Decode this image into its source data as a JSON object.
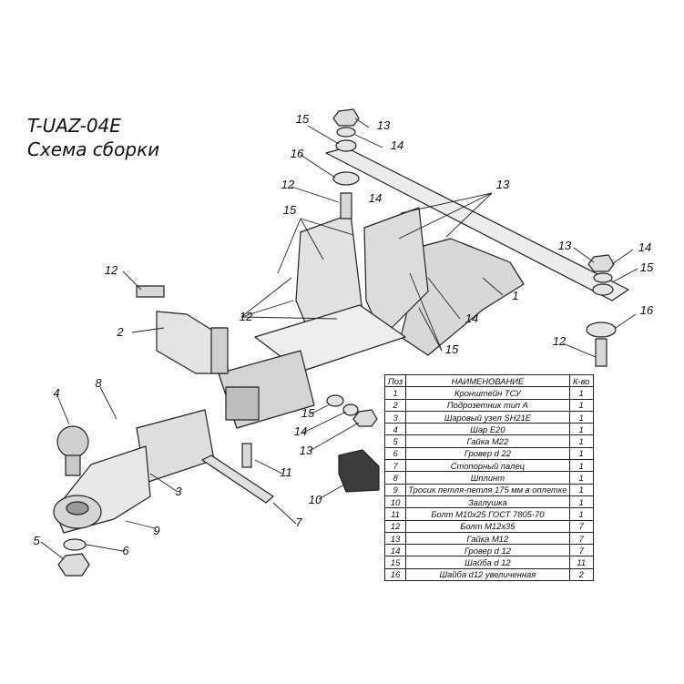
{
  "titles": {
    "code": "T-UAZ-04E",
    "subtitle": "Схема сборки"
  },
  "table": {
    "headers": {
      "pos": "Поз",
      "name": "НАИМЕНОВАНИЕ",
      "qty": "К-во"
    },
    "rows": [
      {
        "pos": "1",
        "name": "Кронштейн ТСУ",
        "qty": "1"
      },
      {
        "pos": "2",
        "name": "Подрозетник тип А",
        "qty": "1"
      },
      {
        "pos": "3",
        "name": "Шаровый узел SH21E",
        "qty": "1"
      },
      {
        "pos": "4",
        "name": "Шар Е20",
        "qty": "1"
      },
      {
        "pos": "5",
        "name": "Гайка М22",
        "qty": "1"
      },
      {
        "pos": "6",
        "name": "Гровер d 22",
        "qty": "1"
      },
      {
        "pos": "7",
        "name": "Стопорный палец",
        "qty": "1"
      },
      {
        "pos": "8",
        "name": "Шплинт",
        "qty": "1"
      },
      {
        "pos": "9",
        "name": "Тросик петля-петля 175 мм в оплетке",
        "qty": "1"
      },
      {
        "pos": "10",
        "name": "Заглушка",
        "qty": "1"
      },
      {
        "pos": "11",
        "name": "Болт М10х25 ГОСТ 7805-70",
        "qty": "1"
      },
      {
        "pos": "12",
        "name": "Болт М12х35",
        "qty": "7"
      },
      {
        "pos": "13",
        "name": "Гайка М12",
        "qty": "7"
      },
      {
        "pos": "14",
        "name": "Гровер d 12",
        "qty": "7"
      },
      {
        "pos": "15",
        "name": "Шайба d 12",
        "qty": "11"
      },
      {
        "pos": "16",
        "name": "Шайба d12 увеличенная",
        "qty": "2"
      }
    ]
  },
  "callouts": [
    {
      "id": "c15a",
      "text": "15"
    },
    {
      "id": "c13a",
      "text": "13"
    },
    {
      "id": "c14a",
      "text": "14"
    },
    {
      "id": "c16a",
      "text": "16"
    },
    {
      "id": "c12a",
      "text": "12"
    },
    {
      "id": "c15b",
      "text": "15"
    },
    {
      "id": "c14b",
      "text": "14"
    },
    {
      "id": "c13b",
      "text": "13"
    },
    {
      "id": "c12b",
      "text": "12"
    },
    {
      "id": "c2",
      "text": "2"
    },
    {
      "id": "c12c",
      "text": "12"
    },
    {
      "id": "c1",
      "text": "1"
    },
    {
      "id": "c13c",
      "text": "13"
    },
    {
      "id": "c14c",
      "text": "14"
    },
    {
      "id": "c15c",
      "text": "15"
    },
    {
      "id": "c16b",
      "text": "16"
    },
    {
      "id": "c12d",
      "text": "12"
    },
    {
      "id": "c14d",
      "text": "14"
    },
    {
      "id": "c15d",
      "text": "15"
    },
    {
      "id": "c4",
      "text": "4"
    },
    {
      "id": "c8",
      "text": "8"
    },
    {
      "id": "c15e",
      "text": "15"
    },
    {
      "id": "c14e",
      "text": "14"
    },
    {
      "id": "c13d",
      "text": "13"
    },
    {
      "id": "c3",
      "text": "3"
    },
    {
      "id": "c11",
      "text": "11"
    },
    {
      "id": "c10",
      "text": "10"
    },
    {
      "id": "c9",
      "text": "9"
    },
    {
      "id": "c7",
      "text": "7"
    },
    {
      "id": "c5",
      "text": "5"
    },
    {
      "id": "c6",
      "text": "6"
    }
  ]
}
